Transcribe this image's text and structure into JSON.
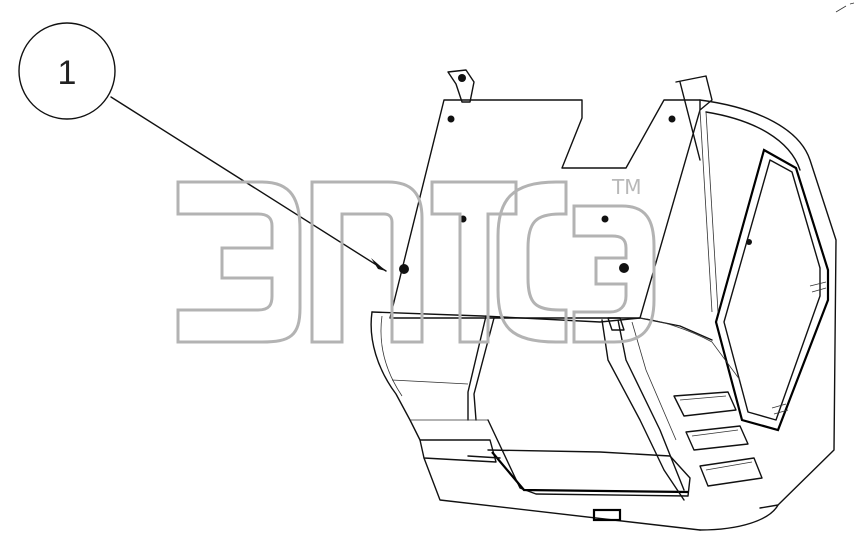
{
  "callout": {
    "label": "1"
  },
  "watermark": {
    "trademark": "TM",
    "logo_description_icon": "etp-logo-outline"
  },
  "colors": {
    "line": "#111111",
    "watermark": "#b3b3b3",
    "background": "#ffffff"
  }
}
